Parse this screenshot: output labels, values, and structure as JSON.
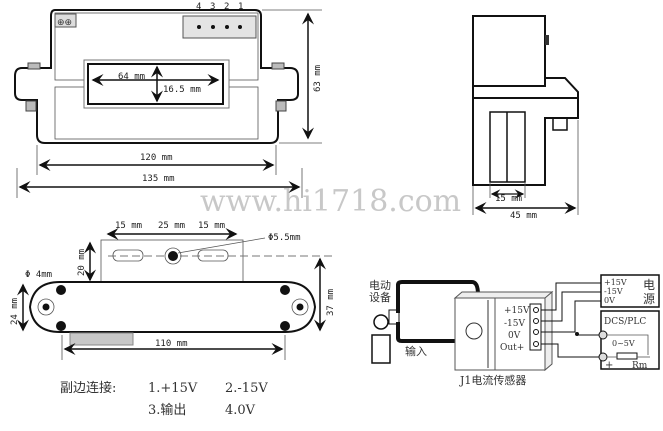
{
  "watermark": "www.hi1718.com",
  "front_view": {
    "pins": [
      "4",
      "3",
      "2",
      "1"
    ],
    "window_width": "64 mm",
    "window_height": "16.5 mm",
    "height": "63 mm",
    "inner_width": "120 mm",
    "total_width": "135 mm"
  },
  "side_view": {
    "inner": "15 mm",
    "total": "45 mm"
  },
  "bottom_view": {
    "slot_left": "15 mm",
    "slot_mid": "25 mm",
    "slot_right": "15 mm",
    "hole_diameter": "Φ5.5mm",
    "small_hole": "Φ 4mm",
    "plate_height": "20 mm",
    "end_height": "24 mm",
    "total_height": "37 mm",
    "length": "110 mm"
  },
  "connections": {
    "title": "副边连接:",
    "items": [
      "1.+15V",
      "2.-15V",
      "3.输出",
      "4.0V"
    ]
  },
  "wiring": {
    "equipment": [
      "电动",
      "设备"
    ],
    "input": "输入",
    "terminals": [
      "+15V",
      "-15V",
      "0V",
      "Out+"
    ],
    "sensor_name": "J1电流传感器",
    "power_terms": [
      "+15V",
      "-15V",
      "0V"
    ],
    "power_label": [
      "电",
      "源"
    ],
    "dcs_label": "DCS/PLC",
    "range": "0~5V",
    "plus": "+",
    "resistor": "Rm"
  }
}
